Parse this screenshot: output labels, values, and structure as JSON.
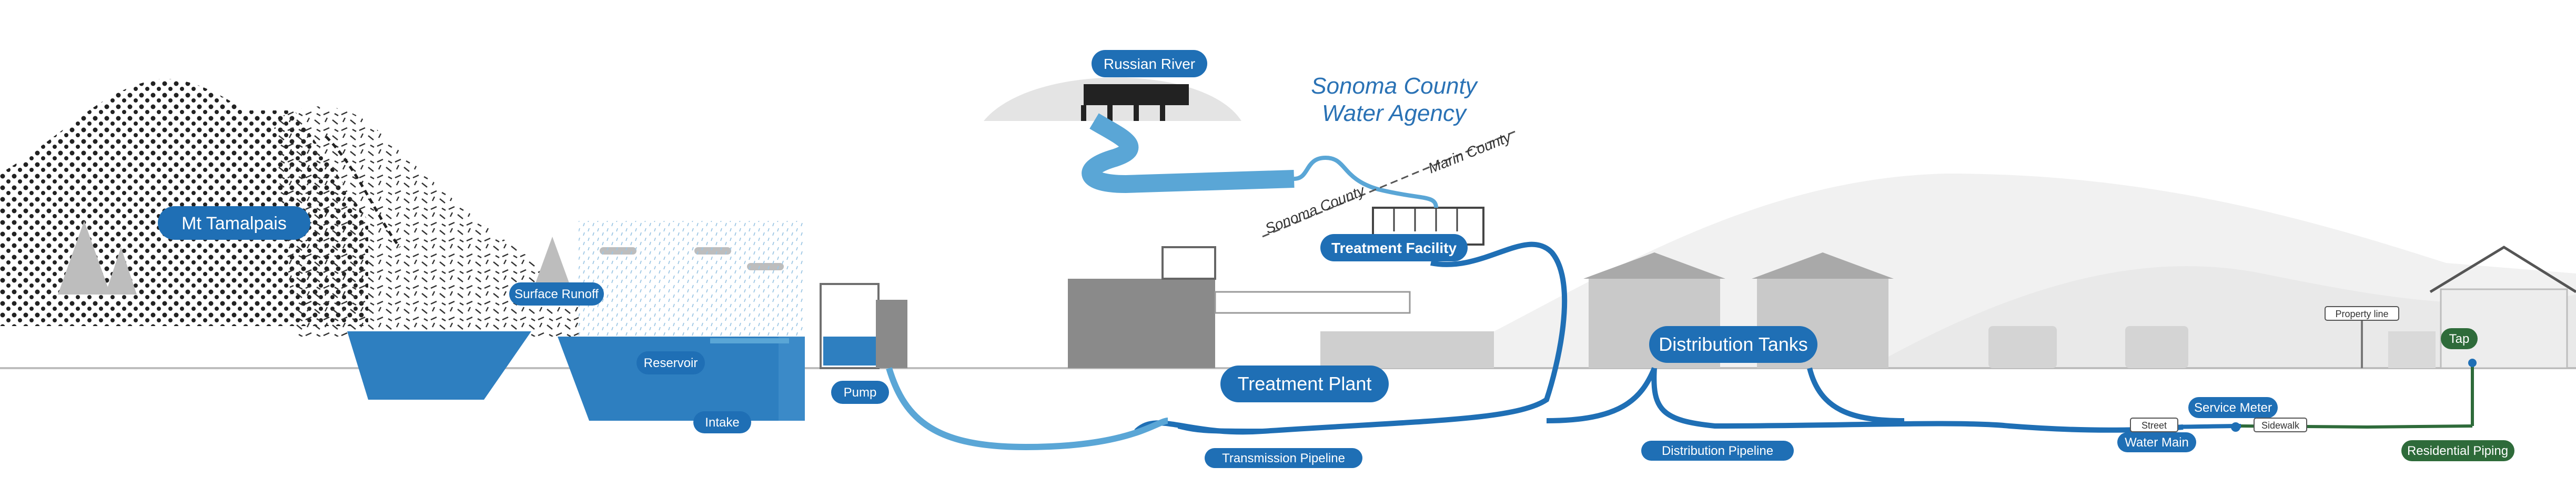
{
  "agency": {
    "line1": "Sonoma County",
    "line2": "Water Agency"
  },
  "county_line": {
    "sonoma": "Sonoma County",
    "marin": "Marin County"
  },
  "labels": {
    "russian_river": "Russian River",
    "mt_tamalpais": "Mt Tamalpais",
    "surface_runoff": "Surface Runoff",
    "reservoir": "Reservoir",
    "intake": "Intake",
    "pump": "Pump",
    "treatment_facility": "Treatment Facility",
    "treatment_plant": "Treatment Plant",
    "transmission_pipeline": "Transmission Pipeline",
    "distribution_tanks": "Distribution Tanks",
    "distribution_pipeline": "Distribution Pipeline",
    "water_main": "Water Main",
    "service_meter": "Service Meter",
    "tap": "Tap",
    "residential_piping": "Residential Piping",
    "street": "Street",
    "sidewalk": "Sidewalk",
    "property_line": "Property line"
  },
  "colors": {
    "blue": "#1f6fb5",
    "light_blue": "#5aa6d6",
    "green": "#2e6b3a",
    "gray_dark": "#9a9a9a",
    "gray_light": "#e6e6e6"
  }
}
